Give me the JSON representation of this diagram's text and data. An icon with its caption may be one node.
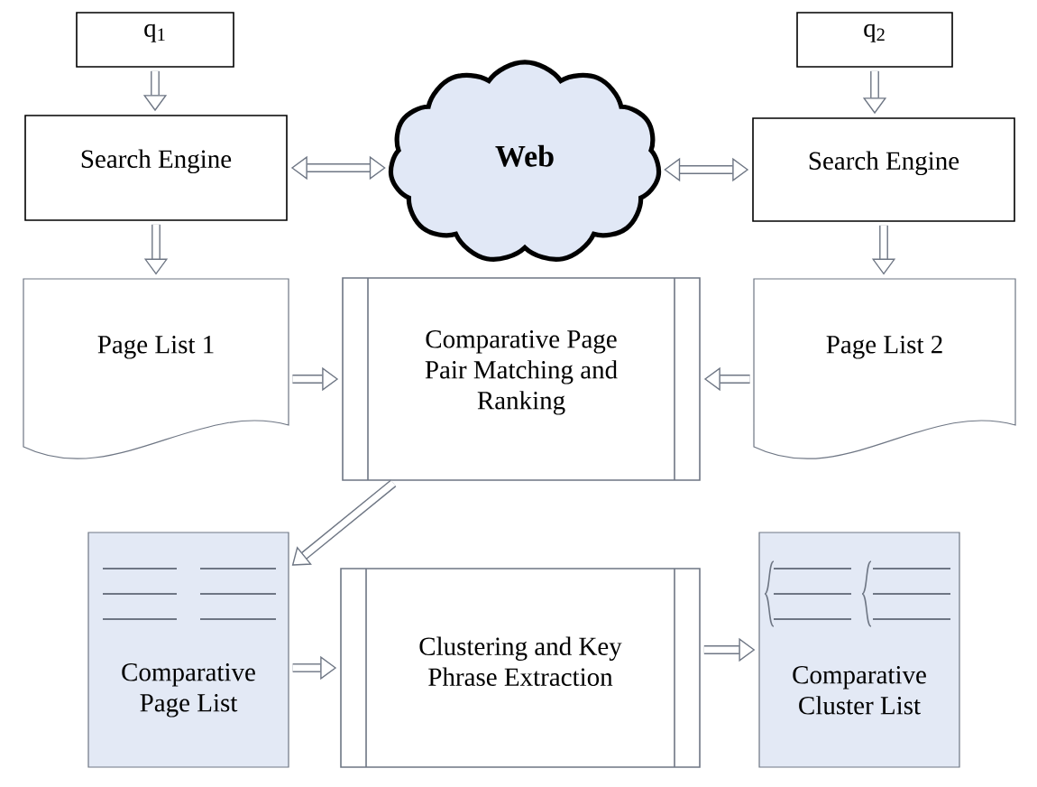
{
  "diagram": {
    "nodes": [
      {
        "text": [
          "q$_{1}$"
        ]
      },
      {
        "text": [
          "q$_{2}$"
        ]
      },
      {
        "text": [
          "Search Engine"
        ]
      },
      {
        "text": [
          "Web"
        ]
      },
      {
        "text": [
          "Search Engine"
        ]
      },
      {
        "text": [
          "Page List 1"
        ]
      },
      {
        "text": [
          "Comparative Page Pair Matching and Ranking"
        ]
      },
      {
        "text": [
          "Page List 2"
        ]
      },
      {
        "text": [
          "Comparative Page List"
        ]
      },
      {
        "text": [
          "Clustering and Key Phrase Extraction"
        ]
      },
      {
        "text": [
          "Comparative Cluster List"
        ]
      }
    ],
    "edges": [
      {
        "from": 0,
        "to": 2,
        "arrow": "to"
      },
      {
        "from": 1,
        "to": 4,
        "arrow": "to"
      },
      {
        "from": 2,
        "to": 3,
        "arrow": "both"
      },
      {
        "from": 3,
        "to": 4,
        "arrow": "both"
      },
      {
        "from": 2,
        "to": 5,
        "arrow": "to"
      },
      {
        "from": 4,
        "to": 7,
        "arrow": "to"
      },
      {
        "from": 5,
        "to": 6,
        "arrow": "to"
      },
      {
        "from": 7,
        "to": 6,
        "arrow": "to"
      },
      {
        "from": 6,
        "to": 8,
        "arrow": "to"
      },
      {
        "from": 8,
        "to": 9,
        "arrow": "to"
      },
      {
        "from": 9,
        "to": 10,
        "arrow": "to"
      }
    ]
  }
}
